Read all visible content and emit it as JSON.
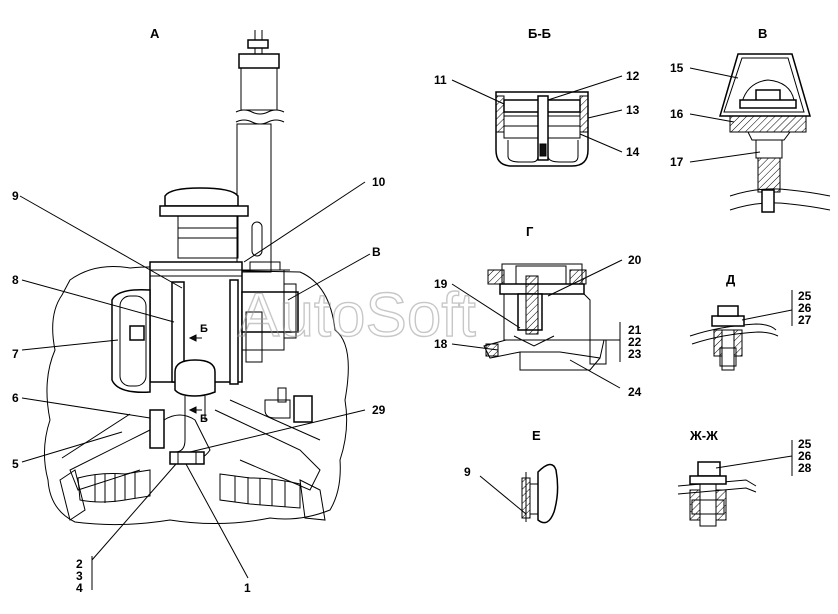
{
  "views": {
    "A": "А",
    "BB": "Б-Б",
    "V": "В",
    "G": "Г",
    "D": "Д",
    "E": "Е",
    "ZhZh": "Ж-Ж"
  },
  "section_marks": {
    "upper": "Б",
    "lower": "Б"
  },
  "callouts": {
    "c1": "1",
    "c2": "2",
    "c3": "3",
    "c4": "4",
    "c5": "5",
    "c6": "6",
    "c7": "7",
    "c8": "8",
    "c9": "9",
    "c10": "10",
    "c11": "11",
    "c12": "12",
    "c13": "13",
    "c14": "14",
    "c15": "15",
    "c16": "16",
    "c17": "17",
    "c18": "18",
    "c19": "19",
    "c20": "20",
    "c21": "21",
    "c22": "22",
    "c23": "23",
    "c24": "24",
    "c25a": "25",
    "c26a": "26",
    "c27": "27",
    "c25b": "25",
    "c26b": "26",
    "c28": "28",
    "c29": "29",
    "c9e": "9",
    "cV": "В"
  },
  "watermark": "AutoSoft"
}
